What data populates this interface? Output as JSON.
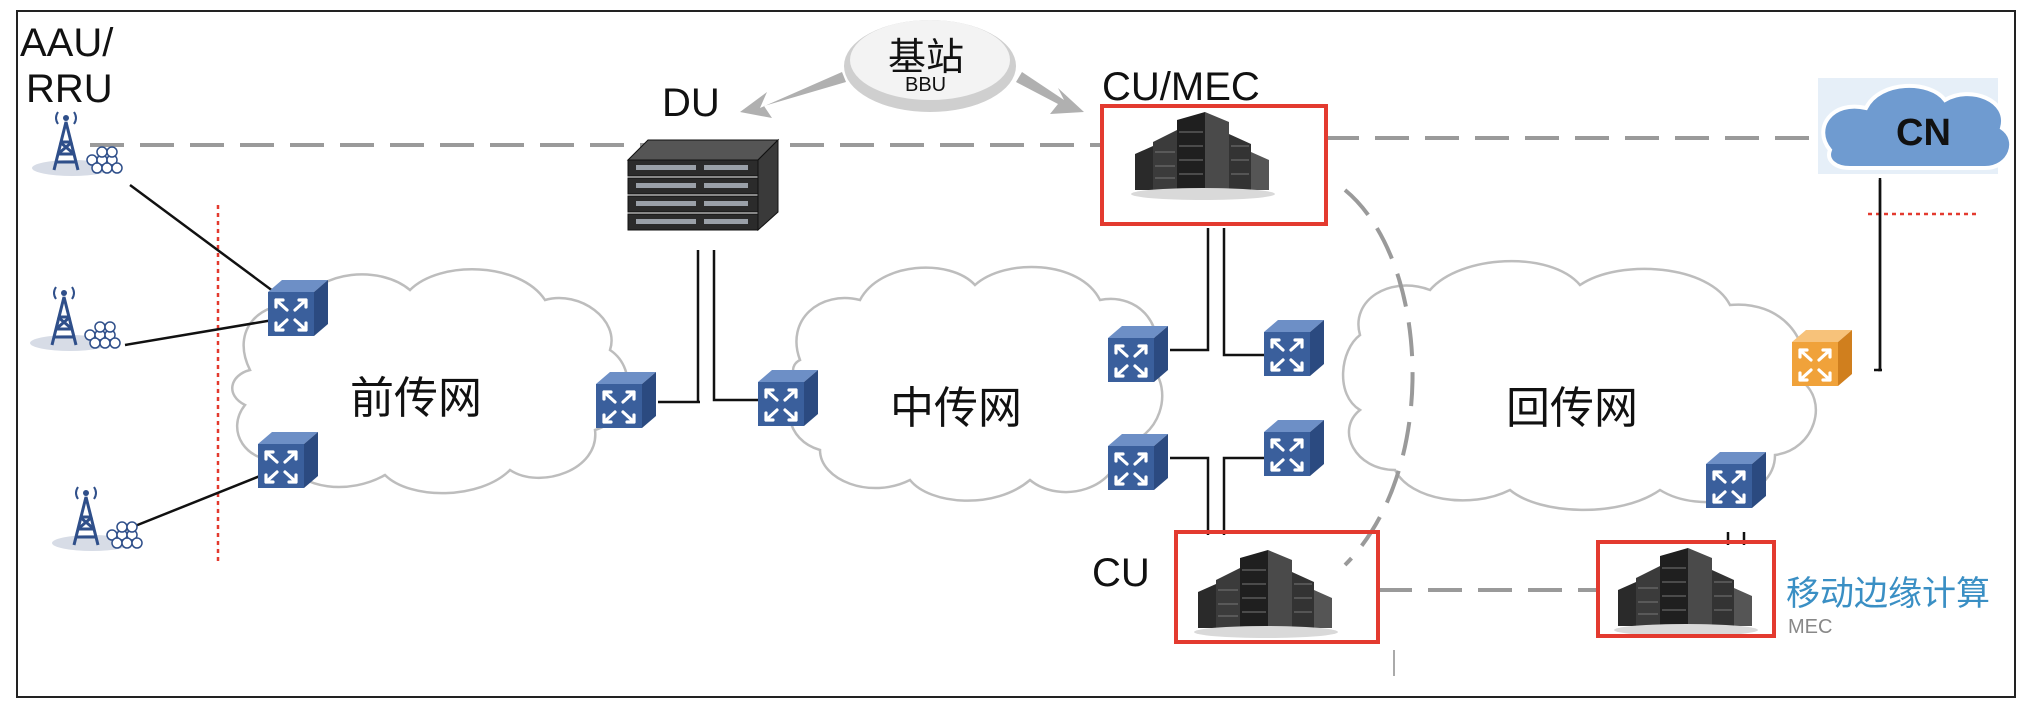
{
  "labels": {
    "aau_rru_line1": "AAU/",
    "aau_rru_line2": "RRU",
    "du": "DU",
    "cu_mec": "CU/MEC",
    "cn": "CN",
    "cu": "CU",
    "base_station": "基站",
    "bbu": "BBU",
    "fronthaul": "前传网",
    "midhaul": "中传网",
    "backhaul": "回传网",
    "mec_cn": "移动边缘计算",
    "mec_en": "MEC"
  },
  "colors": {
    "switch_blue": "#3a5f9c",
    "switch_orange": "#f0a23a",
    "highlight_red": "#e33a2f",
    "dashed_gray": "#9a9a9a",
    "mec_text_blue": "#3a8fc4"
  }
}
